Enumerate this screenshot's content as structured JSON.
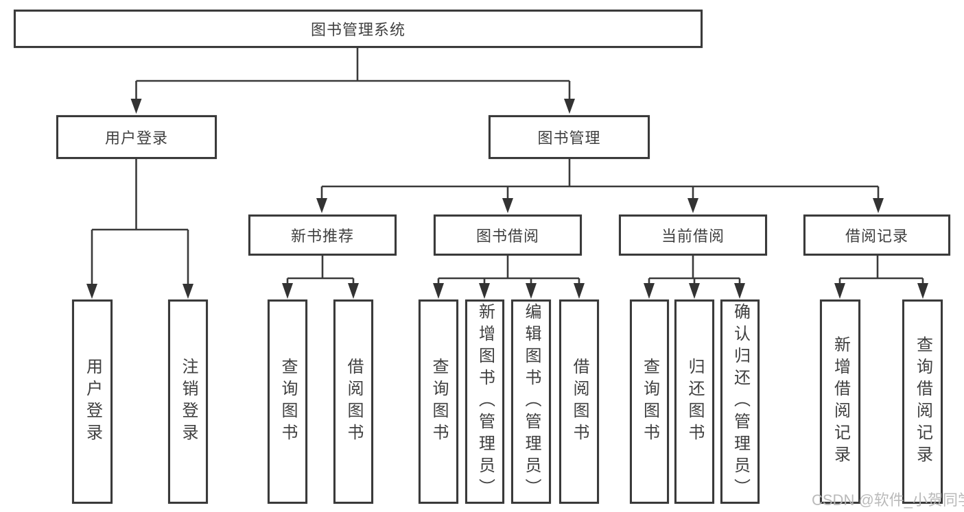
{
  "diagram": {
    "type": "hierarchy-tree",
    "watermark": "CSDN @软件_小贺同学",
    "colors": {
      "line": "#3a3a3a",
      "box_border": "#3a3a3a",
      "text": "#3f3f3f",
      "background": "#ffffff",
      "watermark": "#b6b6b6"
    },
    "root": {
      "label": "图书管理系统"
    },
    "level2": [
      {
        "label": "用户登录",
        "parent": "图书管理系统"
      },
      {
        "label": "图书管理",
        "parent": "图书管理系统"
      }
    ],
    "level3": [
      {
        "label": "新书推荐",
        "parent": "图书管理"
      },
      {
        "label": "图书借阅",
        "parent": "图书管理"
      },
      {
        "label": "当前借阅",
        "parent": "图书管理"
      },
      {
        "label": "借阅记录",
        "parent": "图书管理"
      }
    ],
    "leaves": [
      {
        "label": "用户登录",
        "parent": "用户登录"
      },
      {
        "label": "注销登录",
        "parent": "用户登录"
      },
      {
        "label": "查询图书",
        "parent": "新书推荐"
      },
      {
        "label": "借阅图书",
        "parent": "新书推荐"
      },
      {
        "label": "查询图书",
        "parent": "图书借阅"
      },
      {
        "label": "新增图书（管理员）",
        "parent": "图书借阅"
      },
      {
        "label": "编辑图书（管理员）",
        "parent": "图书借阅"
      },
      {
        "label": "借阅图书",
        "parent": "图书借阅"
      },
      {
        "label": "查询图书",
        "parent": "当前借阅"
      },
      {
        "label": "归还图书",
        "parent": "当前借阅"
      },
      {
        "label": "确认归还（管理员）",
        "parent": "当前借阅"
      },
      {
        "label": "新增借阅记录",
        "parent": "借阅记录"
      },
      {
        "label": "查询借阅记录",
        "parent": "借阅记录"
      }
    ]
  }
}
